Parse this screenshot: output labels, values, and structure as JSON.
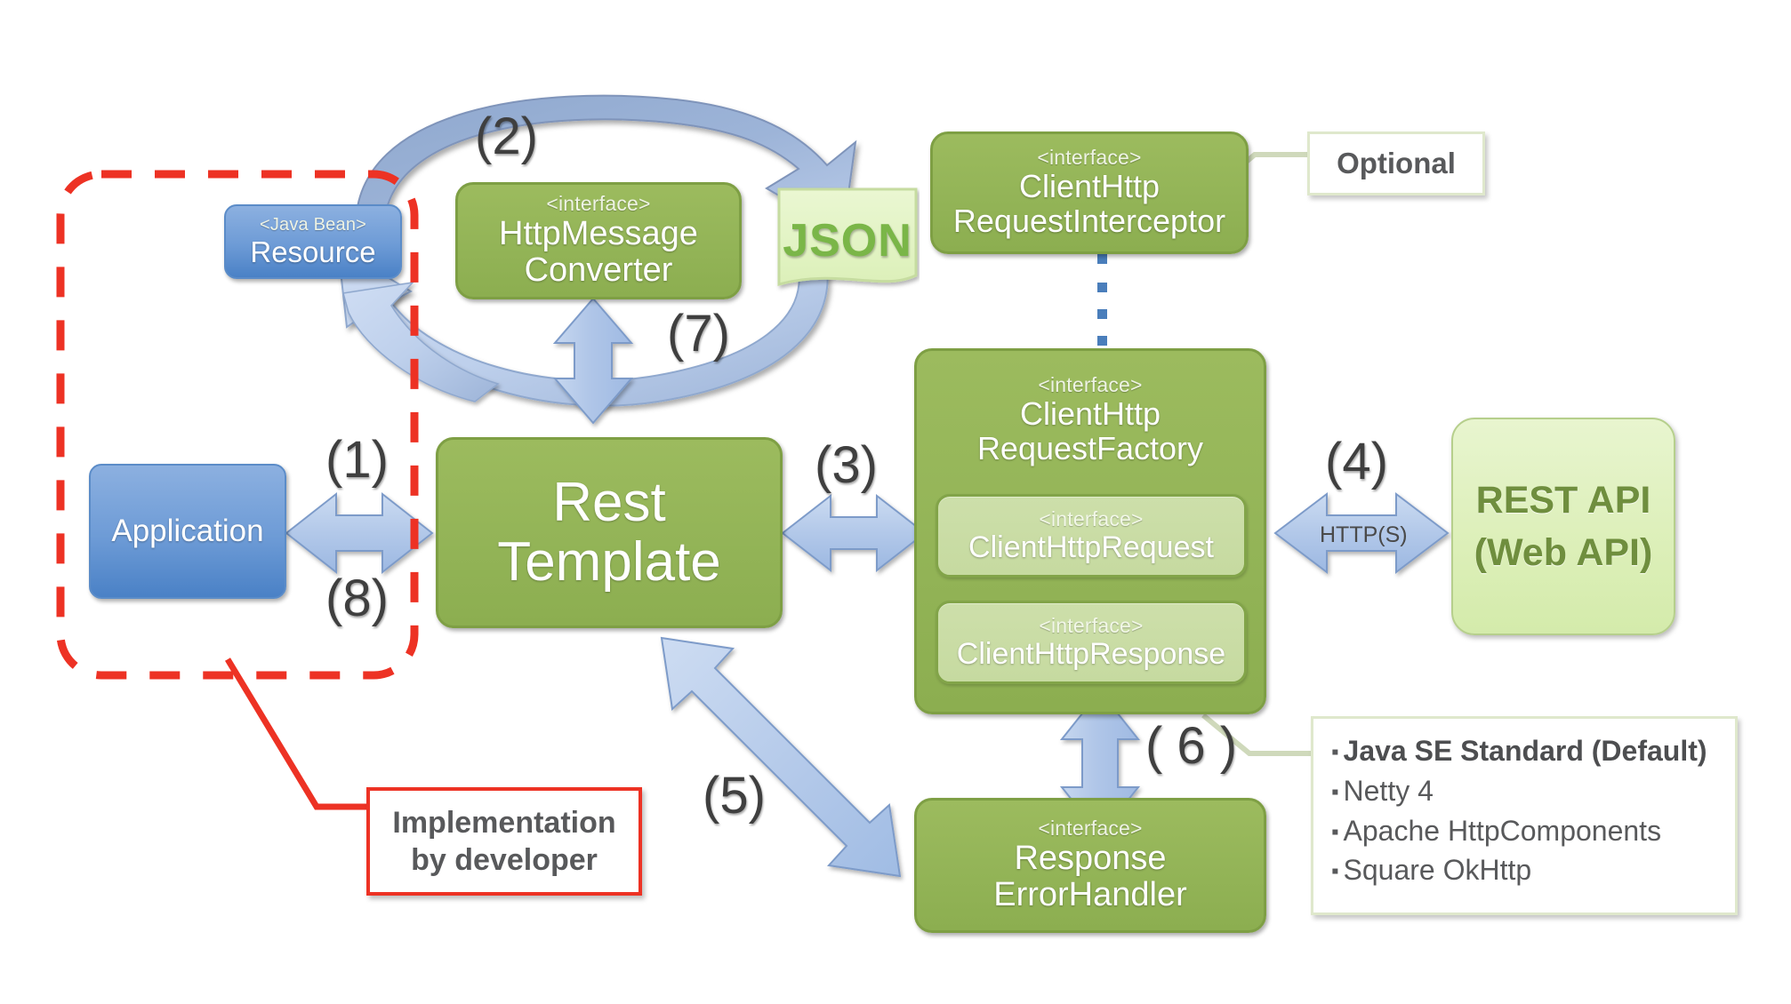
{
  "diagram": {
    "title": "Spring RestTemplate architecture",
    "colors": {
      "green": "#93b457",
      "green_border": "#7e9f44",
      "green_light": "#c9dca3",
      "blue": "#6d9bd6",
      "blue_arrow": "#b3c9ea",
      "blue_arrow_dark": "#8da7cc",
      "pale_api": "#dcefb8",
      "json_green": "#7ab648",
      "red_dash": "#ed3224",
      "callout_border": "#dfe8cc",
      "text_gray": "#58595b"
    },
    "stereotype": "<interface>",
    "javabean_stereotype": "<Java Bean>"
  },
  "nodes": {
    "resource": {
      "stereotype": "<Java Bean>",
      "label": "Resource"
    },
    "application": {
      "label": "Application"
    },
    "rest_template": {
      "line1": "Rest",
      "line2": "Template"
    },
    "http_message_converter": {
      "stereotype": "<interface>",
      "line1": "HttpMessage",
      "line2": "Converter"
    },
    "json": {
      "label": "JSON"
    },
    "client_http_request_interceptor": {
      "stereotype": "<interface>",
      "line1": "ClientHttp",
      "line2": "RequestInterceptor"
    },
    "client_http_request_factory": {
      "stereotype": "<interface>",
      "line1": "ClientHttp",
      "line2": "RequestFactory"
    },
    "client_http_request": {
      "stereotype": "<interface>",
      "label": "ClientHttpRequest"
    },
    "client_http_response": {
      "stereotype": "<interface>",
      "label": "ClientHttpResponse"
    },
    "response_error_handler": {
      "stereotype": "<interface>",
      "line1": "Response",
      "line2": "ErrorHandler"
    },
    "rest_api": {
      "line1": "REST API",
      "line2": "(Web API)"
    }
  },
  "steps": {
    "s1": "(1)",
    "s2": "(2)",
    "s3": "(3)",
    "s4": "(4)",
    "s5": "(5)",
    "s6": "( 6 )",
    "s7": "(7)",
    "s8": "(8)"
  },
  "edge_labels": {
    "https": "HTTP(S)"
  },
  "callouts": {
    "optional": {
      "text": "Optional"
    },
    "implementation": {
      "line1": "Implementation",
      "line2": "by developer"
    },
    "factory_impls": {
      "items": [
        {
          "text": "Java SE Standard (Default)",
          "bold": true
        },
        {
          "text": "Netty 4",
          "bold": false
        },
        {
          "text": "Apache HttpComponents",
          "bold": false
        },
        {
          "text": "Square OkHttp",
          "bold": false
        }
      ]
    }
  }
}
